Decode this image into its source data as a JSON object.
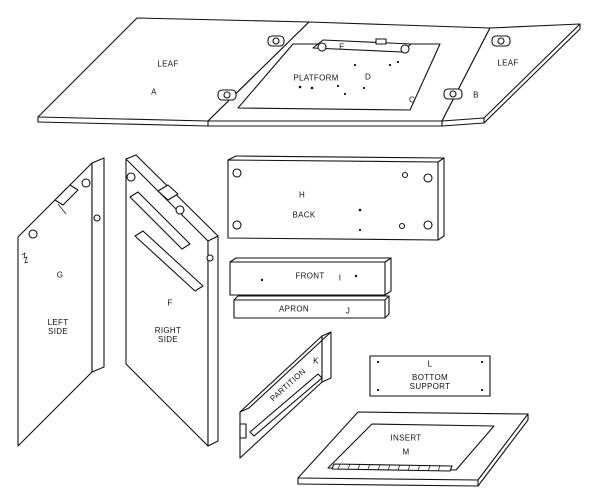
{
  "parts": {
    "leaf_left": "LEAF",
    "a": "A",
    "platform": "PLATFORM",
    "d": "D",
    "e": "E",
    "c": "C",
    "leaf_right": "LEAF",
    "b": "B",
    "h": "H",
    "back": "BACK",
    "front": "FRONT",
    "i": "I",
    "apron": "APRON",
    "j": "J",
    "g": "G",
    "left_side": "LEFT\nSIDE",
    "f": "F",
    "right_side": "RIGHT\nSIDE",
    "partition": "PARTITION",
    "k": "K",
    "l": "L",
    "bottom_support": "BOTTOM\nSUPPORT",
    "insert": "INSERT",
    "m": "M"
  }
}
